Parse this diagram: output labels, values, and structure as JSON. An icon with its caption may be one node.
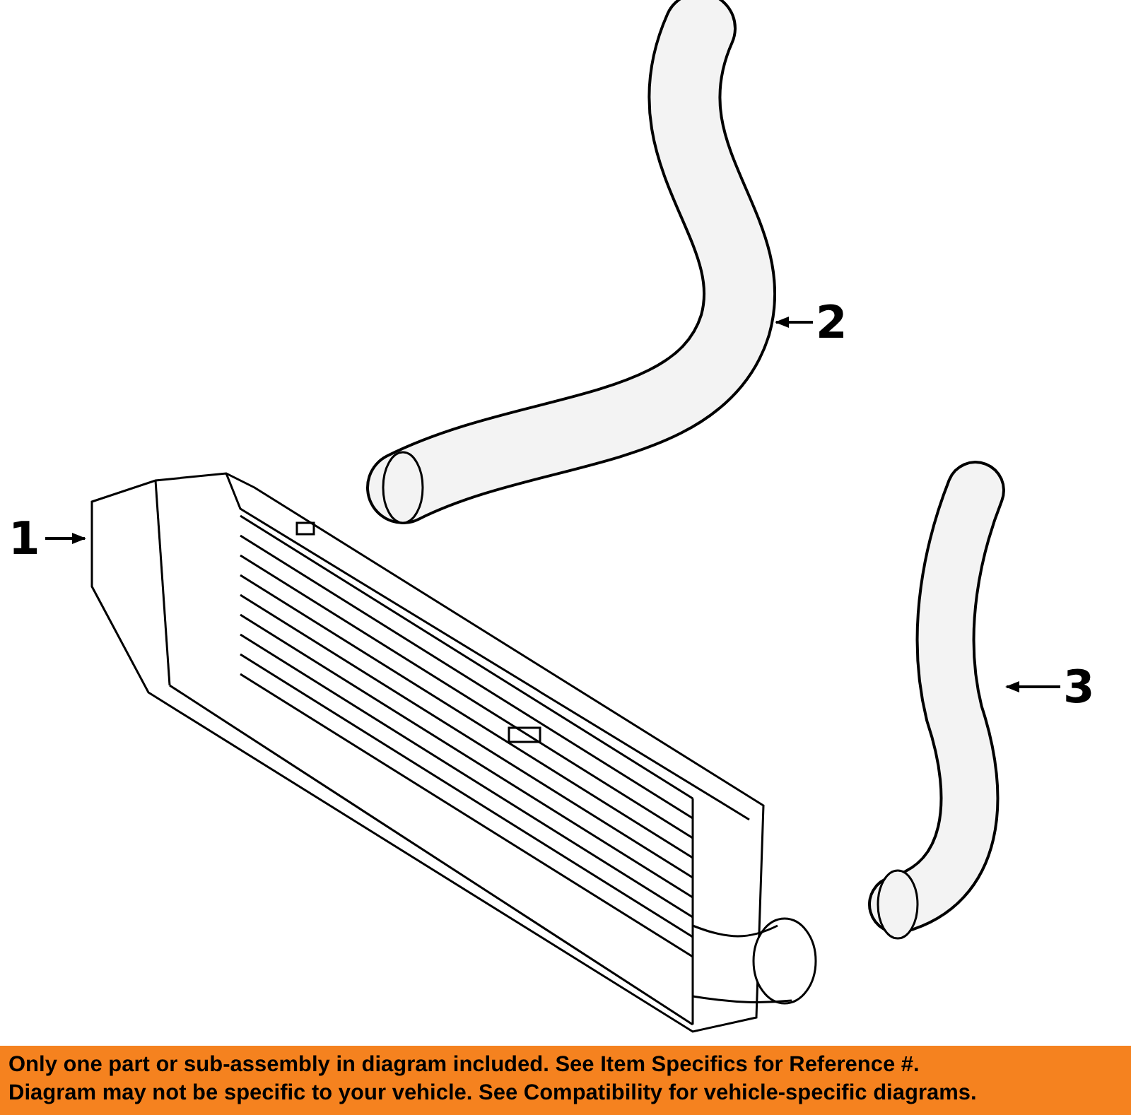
{
  "diagram": {
    "nodes": [
      {
        "text": [
          "1"
        ]
      },
      {
        "text": [],
        "shape": "picture"
      },
      {
        "text": [
          "2"
        ]
      },
      {
        "text": [],
        "shape": "picture"
      },
      {
        "text": [
          "3"
        ]
      },
      {
        "text": [],
        "shape": "picture"
      }
    ],
    "edges": [
      {
        "from": 0,
        "to": 1,
        "arrow": "to"
      },
      {
        "from": 2,
        "to": 3,
        "arrow": "to"
      },
      {
        "from": 4,
        "to": 5,
        "arrow": "to"
      }
    ],
    "labels": [
      "Only one part or sub-assembly in diagram included. See Item Specifics for Reference #.",
      "Diagram may not be specific to your vehicle. See Compatibility for vehicle-specific diagrams."
    ]
  }
}
